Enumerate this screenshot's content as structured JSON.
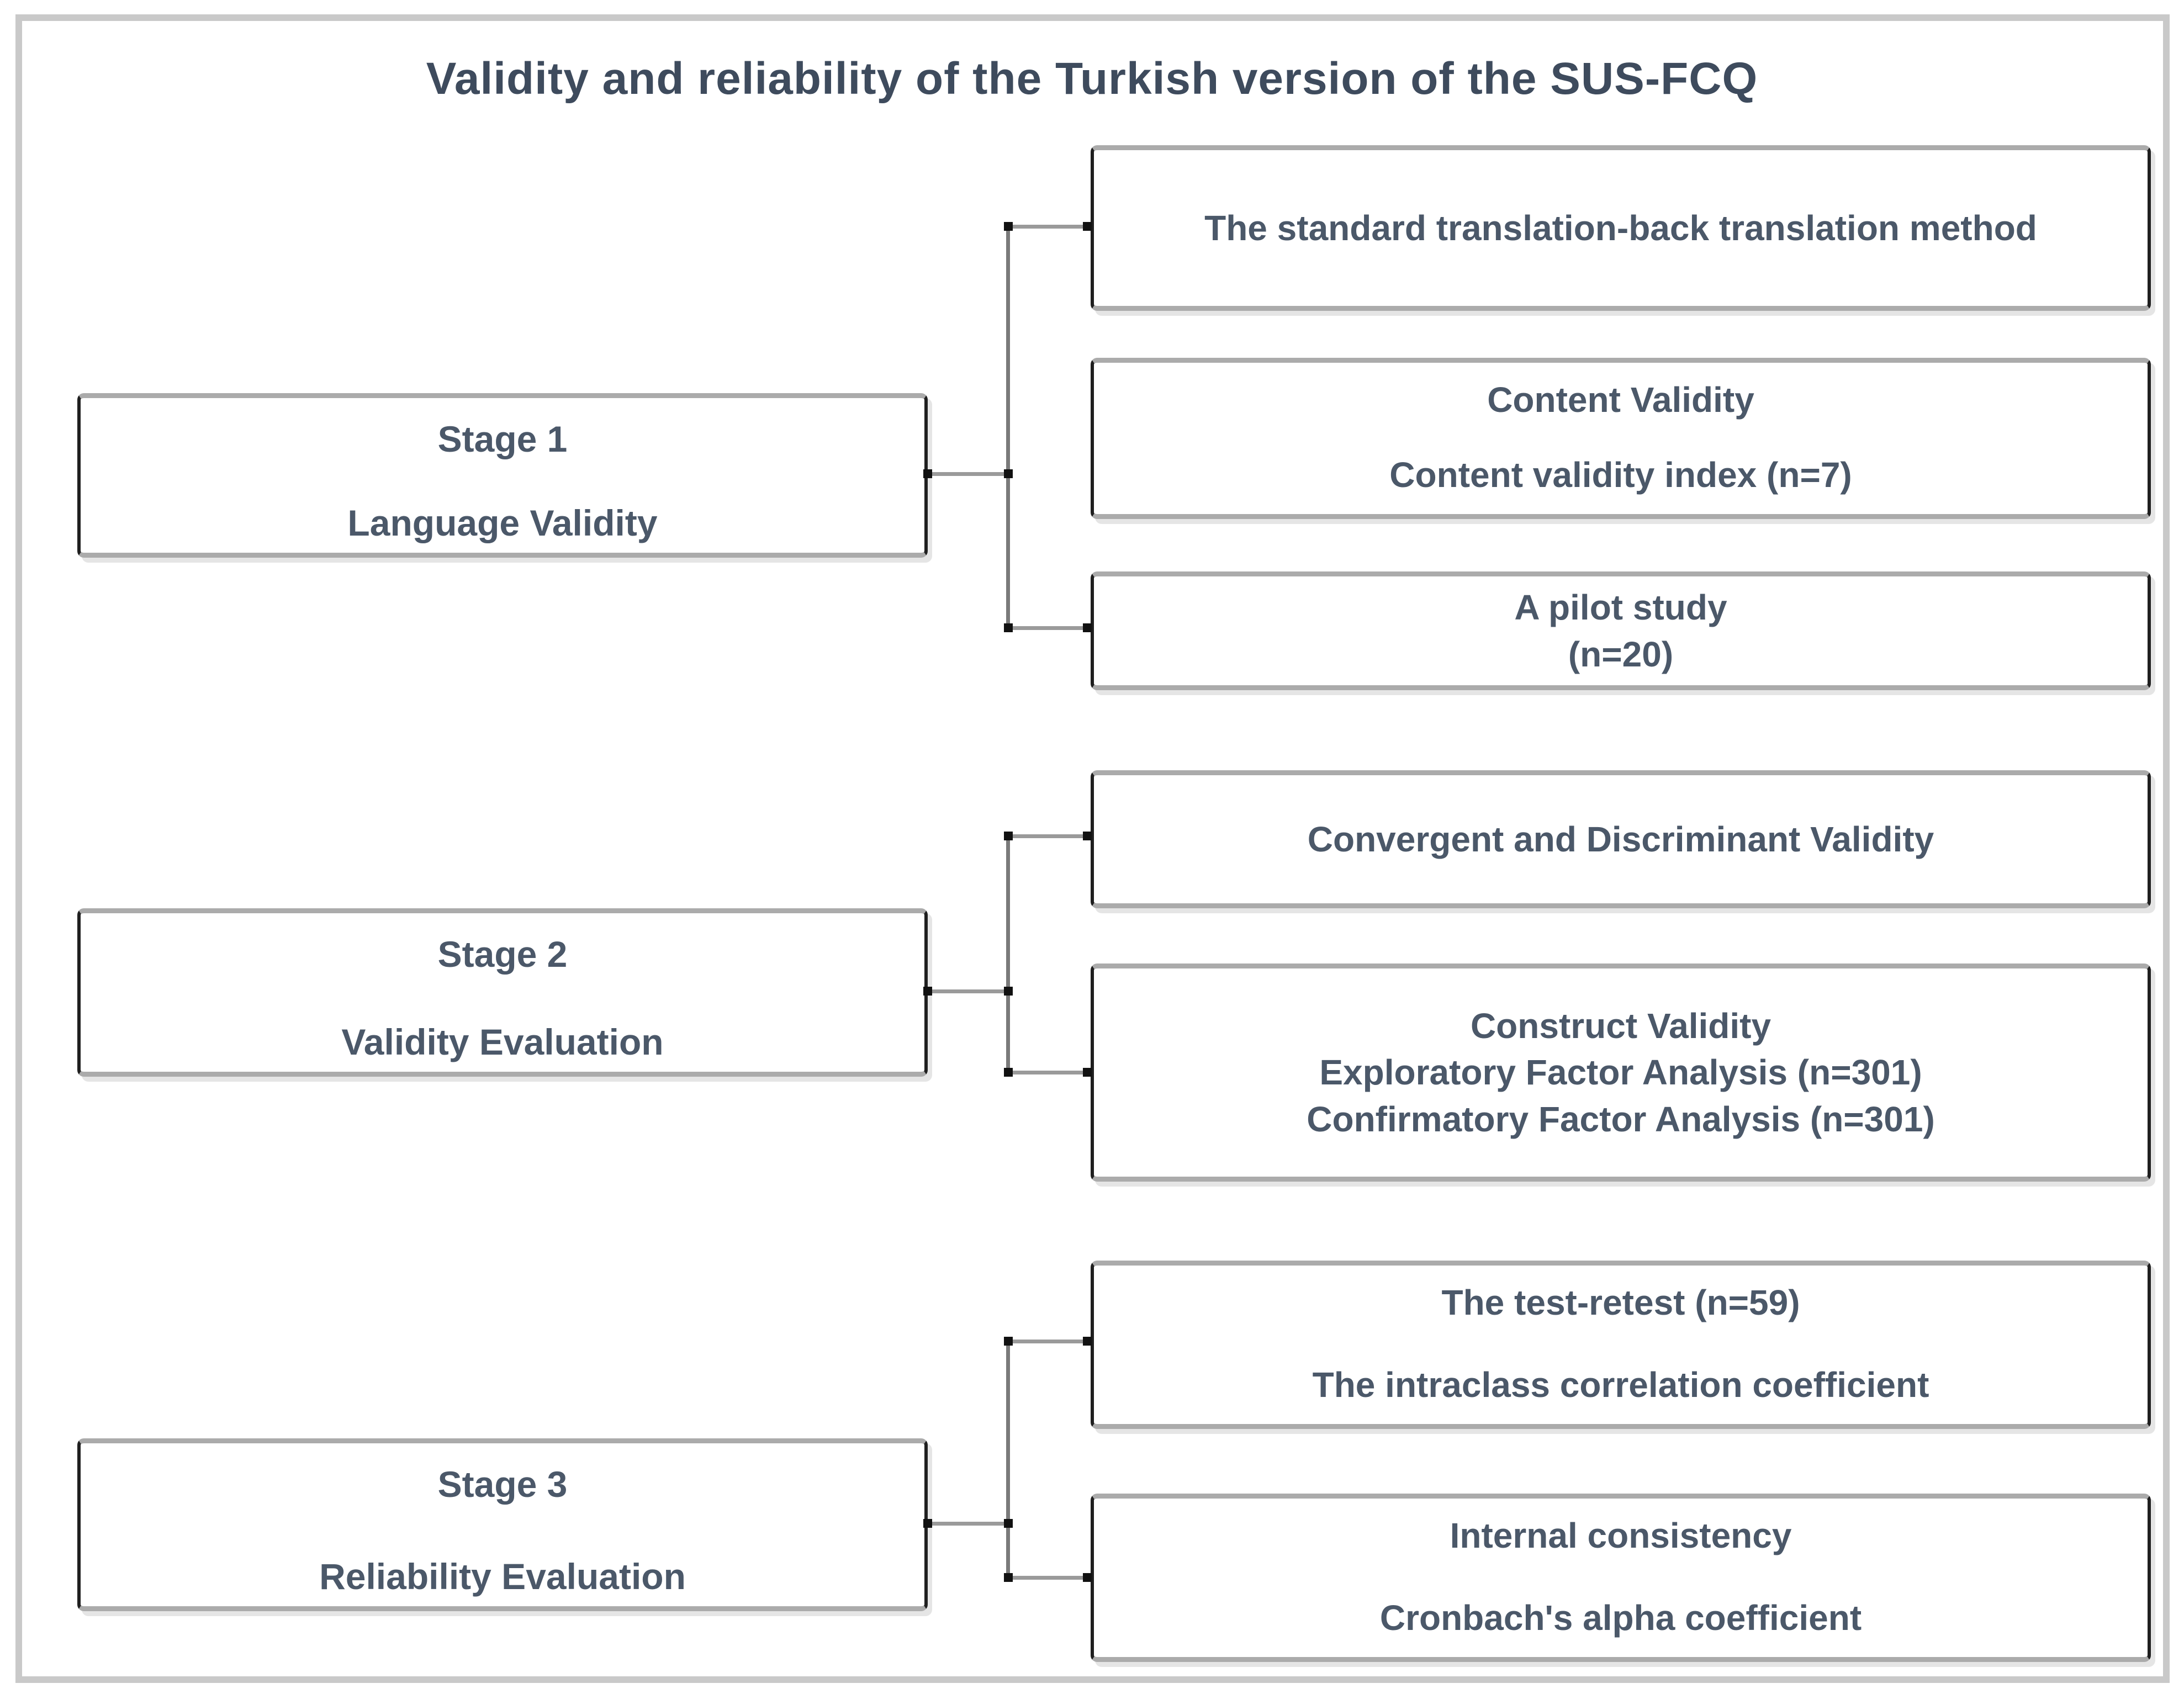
{
  "title": "Validity and reliability of the Turkish version of the SUS-FCQ",
  "colors": {
    "title_text": "#3e4b5d",
    "box_text": "#4b5869",
    "box_border_dark": "#1f1f1f",
    "box_border_gray": "#ababab",
    "connector_gray": "#9a9a9a",
    "frame_gray": "#c9c9c9",
    "background": "#ffffff"
  },
  "clusters": [
    {
      "stage": {
        "label": "Stage 1",
        "sublabel": "Language Validity"
      },
      "boxes": [
        {
          "lines": [
            "The standard translation-back translation method"
          ]
        },
        {
          "lines": [
            "Content Validity",
            "Content validity index (n=7)"
          ]
        },
        {
          "lines": [
            "A pilot study",
            "(n=20)"
          ]
        }
      ]
    },
    {
      "stage": {
        "label": "Stage 2",
        "sublabel": "Validity Evaluation"
      },
      "boxes": [
        {
          "lines": [
            "Convergent and Discriminant Validity"
          ]
        },
        {
          "lines": [
            "Construct Validity",
            "Exploratory Factor Analysis (n=301)",
            "Confirmatory Factor Analysis (n=301)"
          ]
        }
      ]
    },
    {
      "stage": {
        "label": "Stage 3",
        "sublabel": "Reliability Evaluation"
      },
      "boxes": [
        {
          "lines": [
            "The test-retest (n=59)",
            "The intraclass correlation coefficient"
          ]
        },
        {
          "lines": [
            "Internal consistency",
            "Cronbach's alpha coefficient"
          ]
        }
      ]
    }
  ]
}
